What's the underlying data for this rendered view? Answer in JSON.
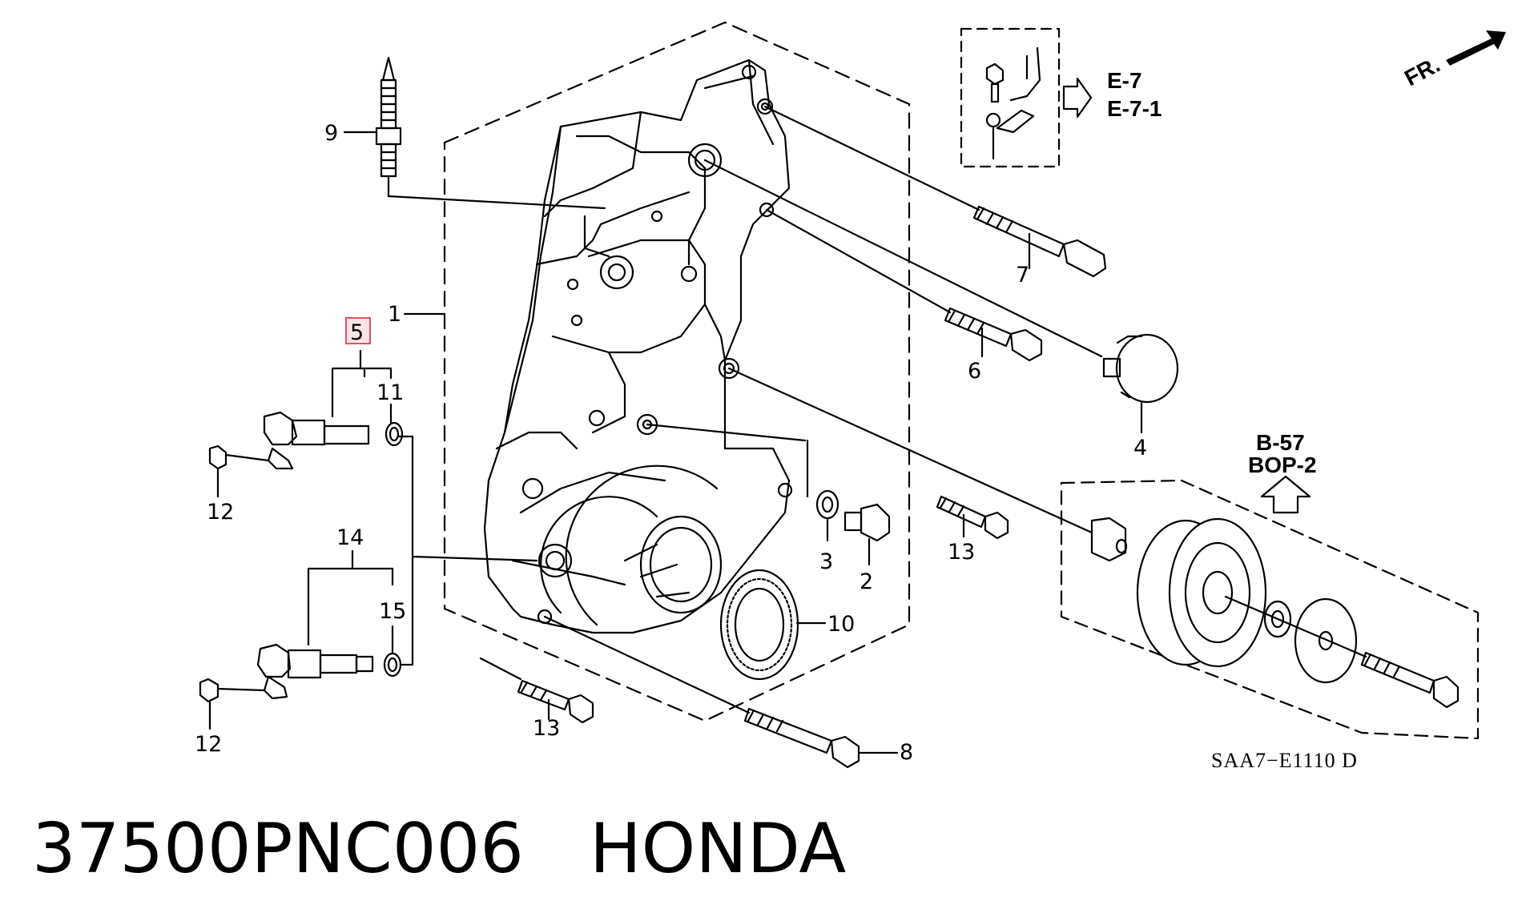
{
  "page_title": "37500PNC006   HONDA",
  "diagram_code": "SAA7−E1110 D",
  "direction_indicator": "FR.",
  "references": {
    "e7": "E-7",
    "e71": "E-7-1",
    "b57": "B-57",
    "bop2": "BOP-2"
  },
  "callouts": {
    "c1": "1",
    "c2": "2",
    "c3": "3",
    "c4": "4",
    "c5": "5",
    "c6": "6",
    "c7": "7",
    "c8": "8",
    "c9": "9",
    "c10": "10",
    "c11": "11",
    "c12a": "12",
    "c12b": "12",
    "c13a": "13",
    "c13b": "13",
    "c14": "14",
    "c15": "15"
  },
  "colors": {
    "line": "#000000",
    "highlight": "#e05060",
    "highlight_fill": "#fde4e8",
    "background": "#ffffff"
  }
}
